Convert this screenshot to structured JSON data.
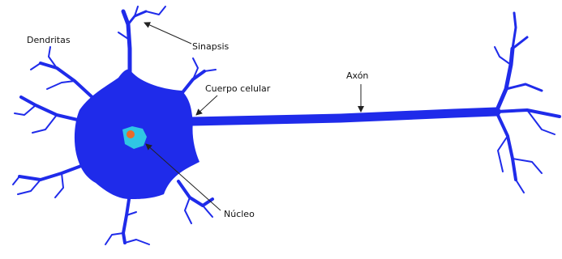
{
  "labels": {
    "dendritas": "Dendritas",
    "sinapsis": "Sinapsis",
    "cuerpo_celular": "Cuerpo celular",
    "axon": "Axón",
    "nucleo": "Núcleo"
  },
  "colors": {
    "neuron": "#1f2bea",
    "nucleus": "#2fc6e4",
    "nucleolus": "#ea6a2a",
    "arrow": "#222222",
    "background": "#ffffff"
  }
}
